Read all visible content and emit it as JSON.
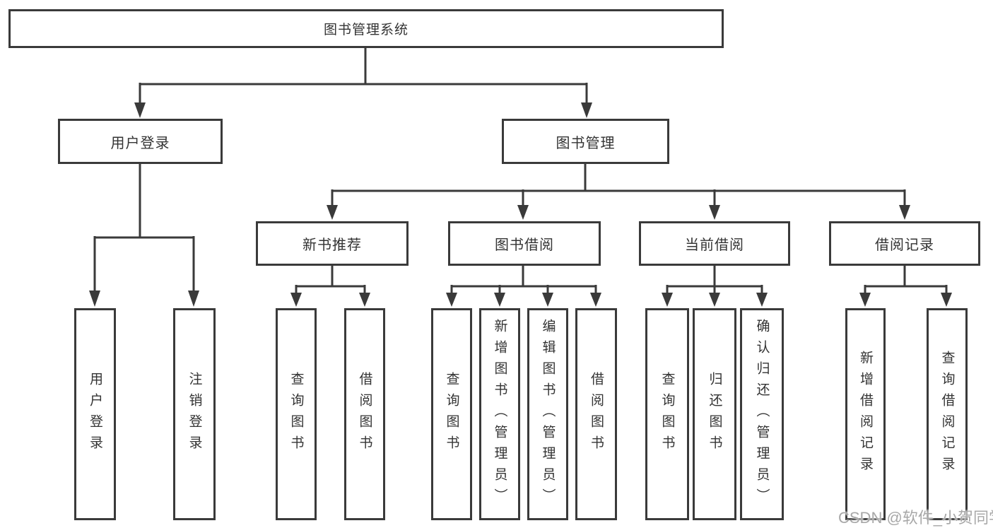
{
  "tree": {
    "label": "图书管理系统",
    "children": [
      {
        "label": "用户登录",
        "children": [
          {
            "label": "用户登录"
          },
          {
            "label": "注销登录"
          }
        ]
      },
      {
        "label": "图书管理",
        "children": [
          {
            "label": "新书推荐",
            "children": [
              {
                "label": "查询图书"
              },
              {
                "label": "借阅图书"
              }
            ]
          },
          {
            "label": "图书借阅",
            "children": [
              {
                "label": "查询图书"
              },
              {
                "label": "新增图书（管理员）"
              },
              {
                "label": "编辑图书（管理员）"
              },
              {
                "label": "借阅图书"
              }
            ]
          },
          {
            "label": "当前借阅",
            "children": [
              {
                "label": "查询图书"
              },
              {
                "label": "归还图书"
              },
              {
                "label": "确认归还（管理员）"
              }
            ]
          },
          {
            "label": "借阅记录",
            "children": [
              {
                "label": "新增借阅记录"
              },
              {
                "label": "查询借阅记录"
              }
            ]
          }
        ]
      }
    ]
  },
  "watermark": {
    "text": "CSDN @软件_小贺同学"
  },
  "colors": {
    "line": "#3a3a3a",
    "box_border": "#3a3a3a",
    "text": "#333333",
    "background": "#ffffff",
    "watermark": "#a8a8a8"
  }
}
